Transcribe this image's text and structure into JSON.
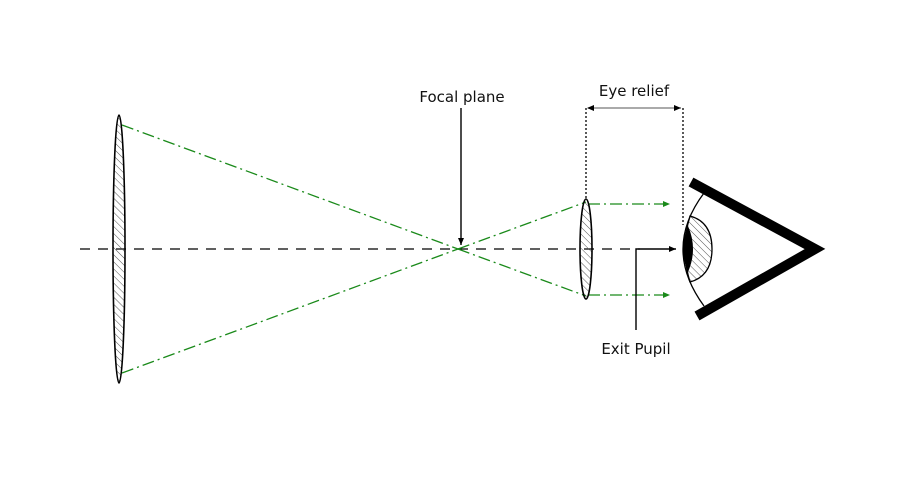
{
  "diagram": {
    "title": "Eyepiece eye relief and exit pupil",
    "labels": {
      "focal_plane": "Focal plane",
      "eye_relief": "Eye relief",
      "exit_pupil": "Exit Pupil"
    },
    "colors": {
      "ray": "#1a8a1a",
      "line": "#000000",
      "hatch": "#555555"
    },
    "components": [
      "objective-lens",
      "focal-plane",
      "eyepiece-lens",
      "eye"
    ]
  }
}
